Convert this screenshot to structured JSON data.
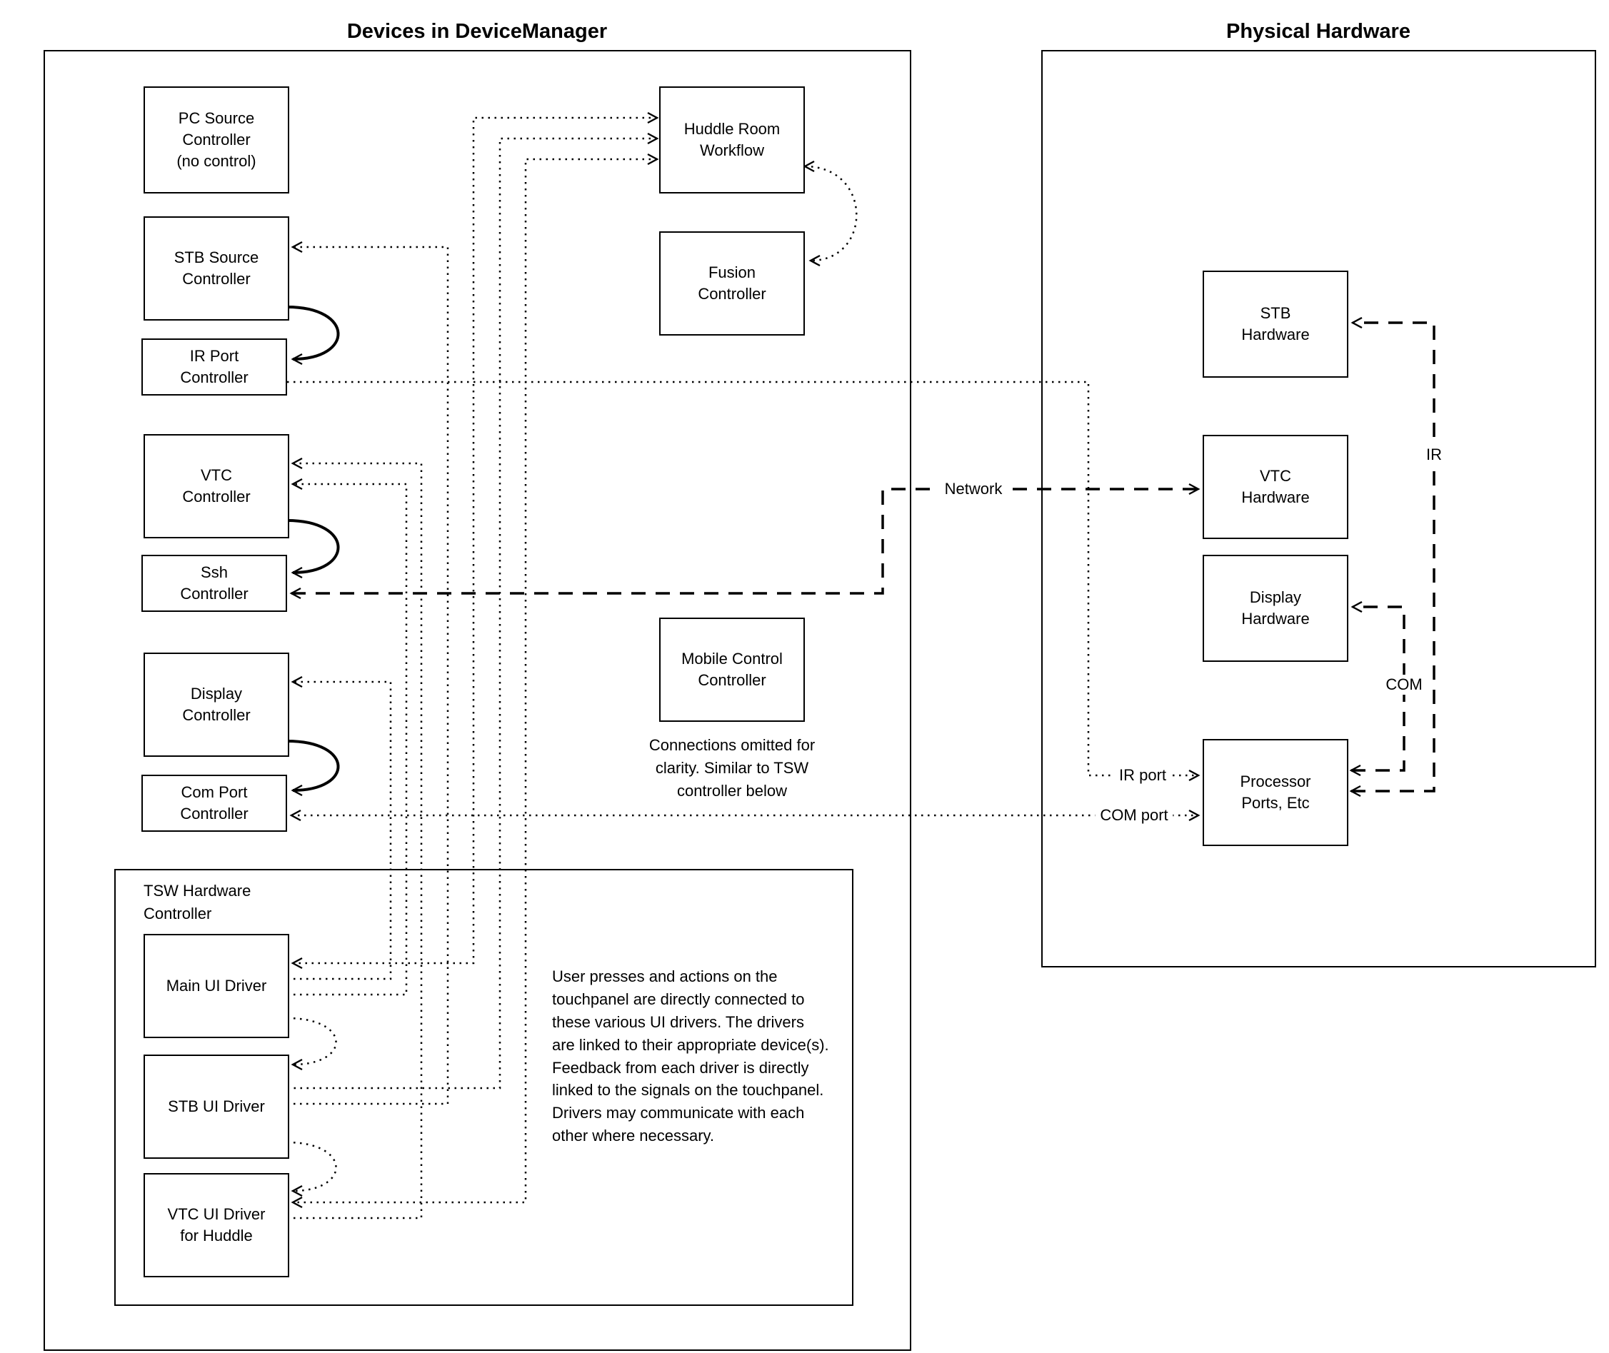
{
  "left_group": {
    "title": "Devices in DeviceManager",
    "nodes": {
      "pc_source": "PC Source\nController\n(no control)",
      "stb_source": "STB Source\nController",
      "ir_port": "IR Port\nController",
      "vtc": "VTC\nController",
      "ssh": "Ssh\nController",
      "display": "Display\nController",
      "com_port": "Com Port\nController",
      "huddle": "Huddle Room\nWorkflow",
      "fusion": "Fusion\nController",
      "mobile": "Mobile Control\nController"
    },
    "mobile_note": "Connections omitted for clarity. Similar to TSW controller below",
    "tsw": {
      "title": "TSW Hardware\nController",
      "nodes": {
        "main_ui": "Main UI Driver",
        "stb_ui": "STB UI Driver",
        "vtc_ui": "VTC UI Driver\nfor Huddle"
      },
      "note": "User presses and actions on the touchpanel are directly connected to these various UI drivers.  The drivers are linked to their appropriate device(s). Feedback from each driver is directly linked to the signals on the touchpanel. Drivers may communicate with each other where necessary."
    }
  },
  "right_group": {
    "title": "Physical Hardware",
    "nodes": {
      "stb_hw": "STB\nHardware",
      "vtc_hw": "VTC\nHardware",
      "display_hw": "Display\nHardware",
      "processor": "Processor\nPorts, Etc"
    }
  },
  "edge_labels": {
    "network": "Network",
    "ir": "IR",
    "com": "COM",
    "ir_port": "IR port",
    "com_port": "COM port"
  },
  "colors": {
    "line": "#000000",
    "background": "#ffffff"
  }
}
